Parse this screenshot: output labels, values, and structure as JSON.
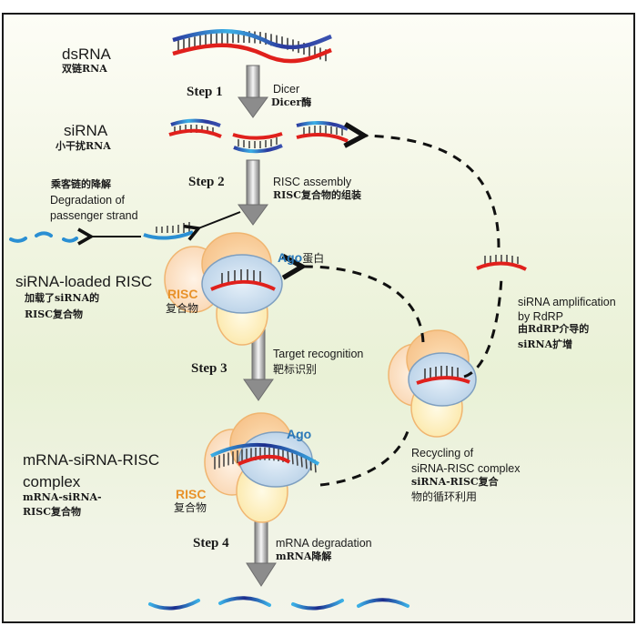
{
  "diagram": {
    "title": "siRNA-mediated RNA interference pathway",
    "colors": {
      "sense_strand": "#2b3a9e",
      "sense_strand_light": "#3bb0e6",
      "guide_strand": "#e0201c",
      "ago": "#c7dcee",
      "risc_orange": "#f5b977",
      "risc_yellow": "#fbe7a0",
      "label_orange": "#e8922a",
      "label_blue": "#2a78b8",
      "arrow_gray": "#8a8a8a"
    },
    "left_labels": {
      "dsrna": {
        "en": "dsRNA",
        "cn": "双链RNA"
      },
      "sirna": {
        "en": "siRNA",
        "cn": "小干扰RNA"
      },
      "degradation": {
        "cn": "乘客链的降解",
        "en_line1": "Degradation of",
        "en_line2": "passenger strand"
      },
      "loaded_risc": {
        "en": "siRNA-loaded RISC",
        "cn_line1": "加载了siRNA的",
        "cn_line2": "RISC复合物"
      },
      "complex": {
        "en_line1": "mRNA-siRNA-RISC",
        "en_line2": "complex",
        "cn_line1": "mRNA-siRNA-",
        "cn_line2": "RISC复合物"
      }
    },
    "steps": [
      {
        "label": "Step 1",
        "desc_en": "Dicer",
        "desc_cn": "Dicer酶"
      },
      {
        "label": "Step 2",
        "desc_en": "RISC assembly",
        "desc_cn": "RISC复合物的组装"
      },
      {
        "label": "Step 3",
        "desc_en": "Target recognition",
        "desc_cn": "靶标识别"
      },
      {
        "label": "Step 4",
        "desc_en": "mRNA degradation",
        "desc_cn": "mRNA降解"
      }
    ],
    "risc_labels": [
      {
        "en": "RISC",
        "cn": "复合物"
      },
      {
        "en": "RISC",
        "cn": "复合物"
      }
    ],
    "ago_labels": [
      {
        "en": "Ago",
        "cn": "蛋白"
      },
      {
        "en": "Ago",
        "cn": ""
      }
    ],
    "amplification": {
      "en_line1": "siRNA amplification",
      "en_line2": "by RdRP",
      "cn_line1": "由RdRP介导的",
      "cn_line2": "siRNA扩增"
    },
    "recycling": {
      "en_line1": "Recycling of",
      "en_line2": "siRNA-RISC complex",
      "cn_line1": "siRNA-RISC复合",
      "cn_line2": "物的循环利用"
    }
  }
}
